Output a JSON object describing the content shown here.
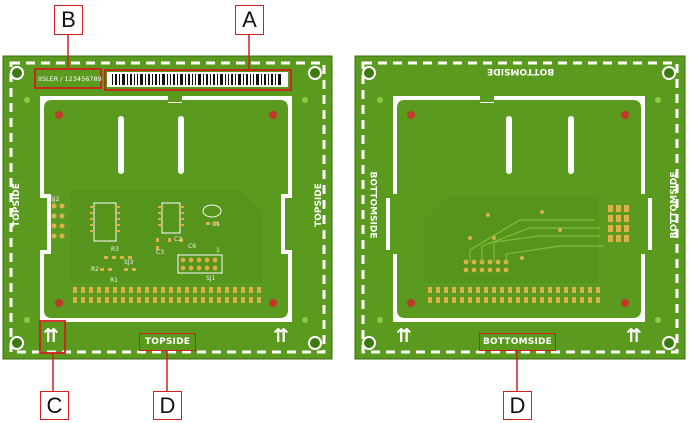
{
  "callouts": {
    "a": "A",
    "b": "B",
    "c": "C",
    "d_left": "D",
    "d_right": "D"
  },
  "left_panel": {
    "serial_text": "IISLER / 123456789",
    "topside_bottom": "TOPSIDE",
    "topside_left": "TOPSIDE",
    "topside_right": "TOPSIDE",
    "arrow_left": "⇈",
    "arrow_right": "⇈",
    "silk_labels": {
      "sj2": "SJ2",
      "r3": "R3",
      "sj3": "SJ3",
      "r2": "R2",
      "r1": "R1",
      "c3": "C3",
      "c1": "C1",
      "c2": "C2",
      "c6": "C6",
      "sj1": "SJ1",
      "ld1": "1"
    }
  },
  "right_panel": {
    "bottomside_top": "BOTTOMSIDE",
    "bottomside_bottom": "BOTTOMSIDE",
    "bottomside_left": "BOTTOMSIDE",
    "bottomside_right": "BOTTOMSIDE",
    "arrow_left": "⇈",
    "arrow_right": "⇈"
  },
  "colors": {
    "pcb_green": "#5a9a1e",
    "pcb_dark": "#3f7a12",
    "silkscreen": "#ffffff",
    "pad_gold": "#d9b24a",
    "fiducial_red": "#c0392b",
    "callout_red": "#d11f1f"
  }
}
